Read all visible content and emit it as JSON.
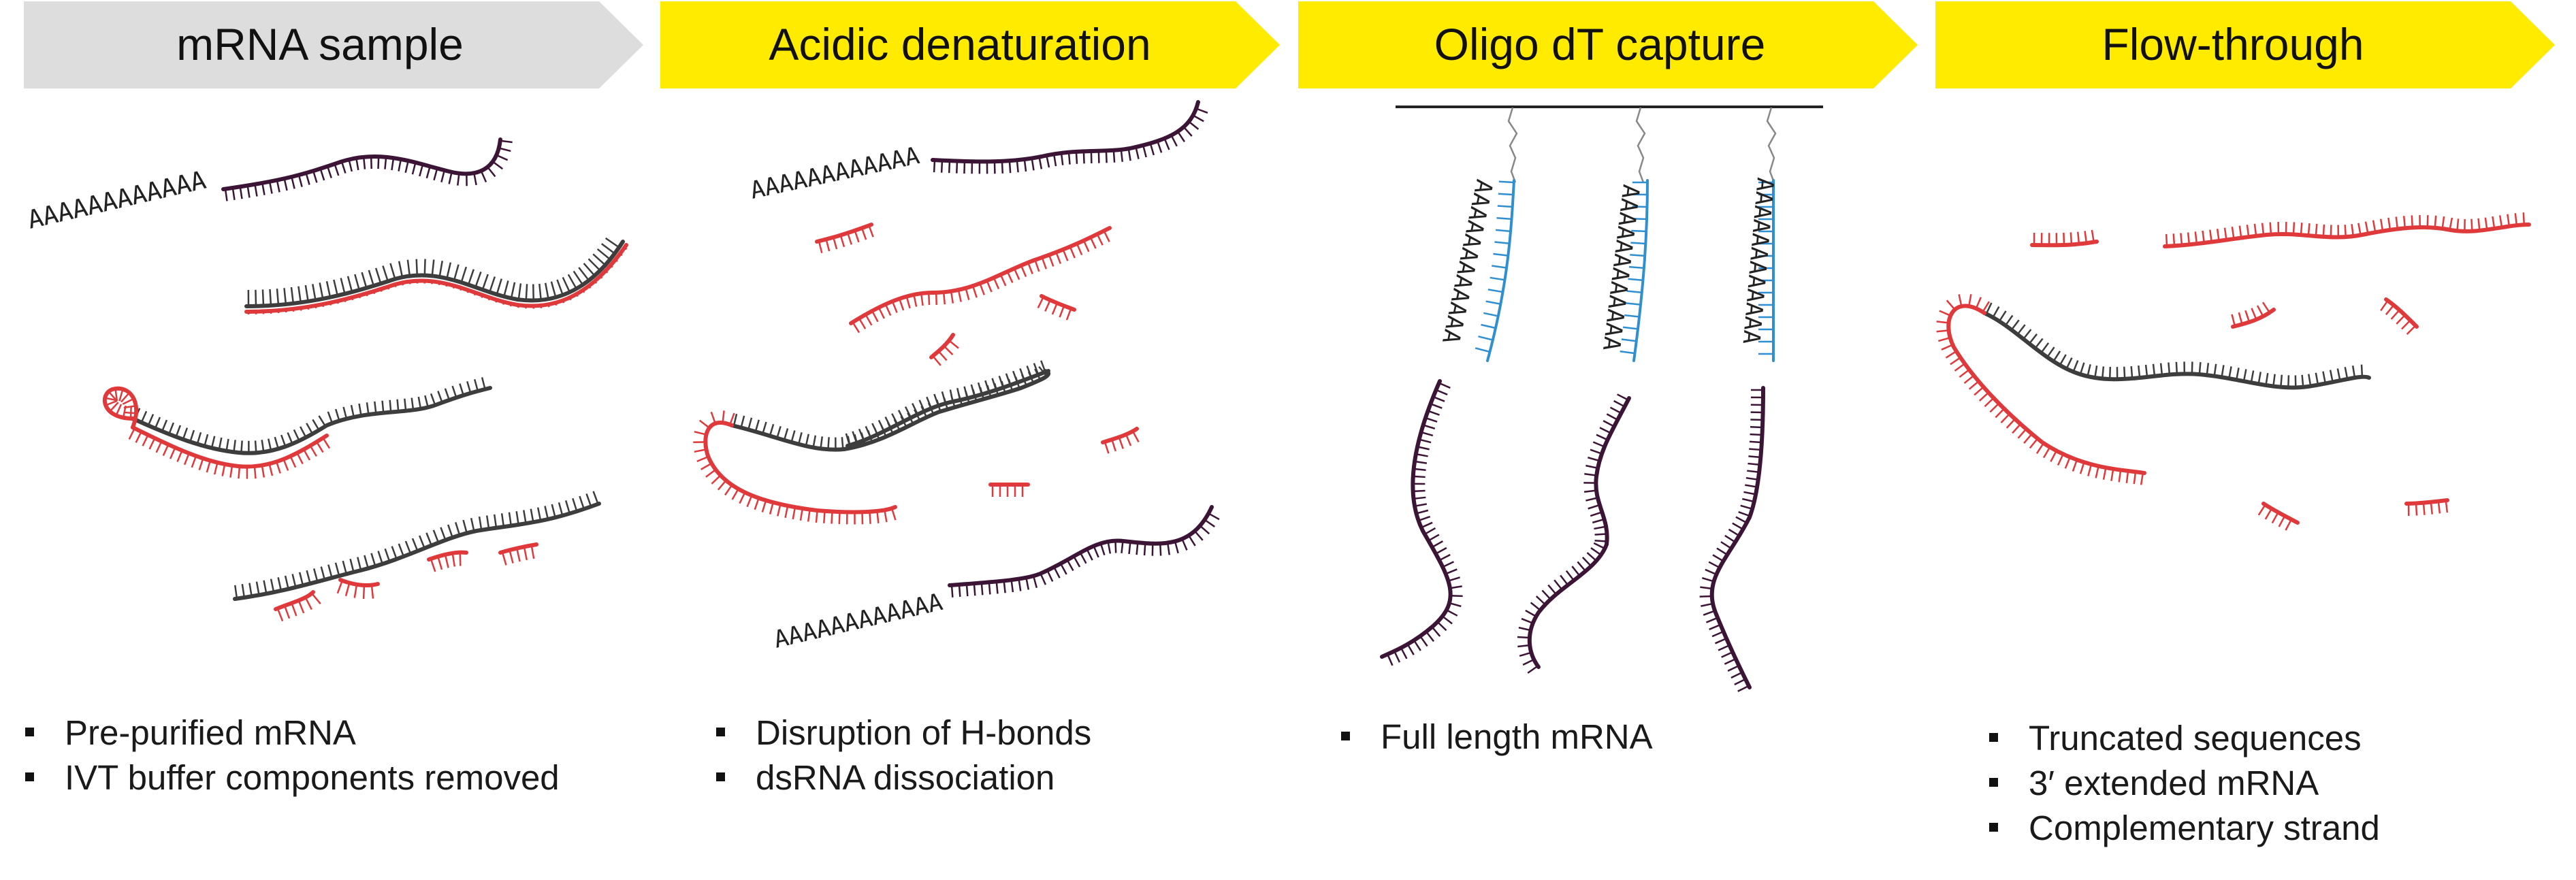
{
  "panels": [
    {
      "title": "mRNA sample",
      "fill": "#dddddd",
      "bullets": [
        "Pre-purified mRNA",
        "IVT buffer components removed"
      ]
    },
    {
      "title": "Acidic denaturation",
      "fill": "#ffeb00",
      "bullets": [
        "Disruption of H-bonds",
        "dsRNA dissociation"
      ]
    },
    {
      "title": "Oligo dT capture",
      "fill": "#ffeb00",
      "bullets": [
        "Full length mRNA"
      ]
    },
    {
      "title": "Flow-through",
      "fill": "#ffeb00",
      "bullets": [
        "Truncated sequences",
        "3′ extended mRNA",
        "Complementary strand"
      ]
    }
  ],
  "sequence_labels": {
    "poly_a": "AAAAAAAAAAAA"
  },
  "colors": {
    "mrna_purple": "#3b1436",
    "dark_strand": "#3d3d3d",
    "complementary_red": "#e0393b",
    "oligo_dt_blue": "#2f8fd1",
    "linker_gray": "#888888",
    "bead_line": "#222222"
  }
}
